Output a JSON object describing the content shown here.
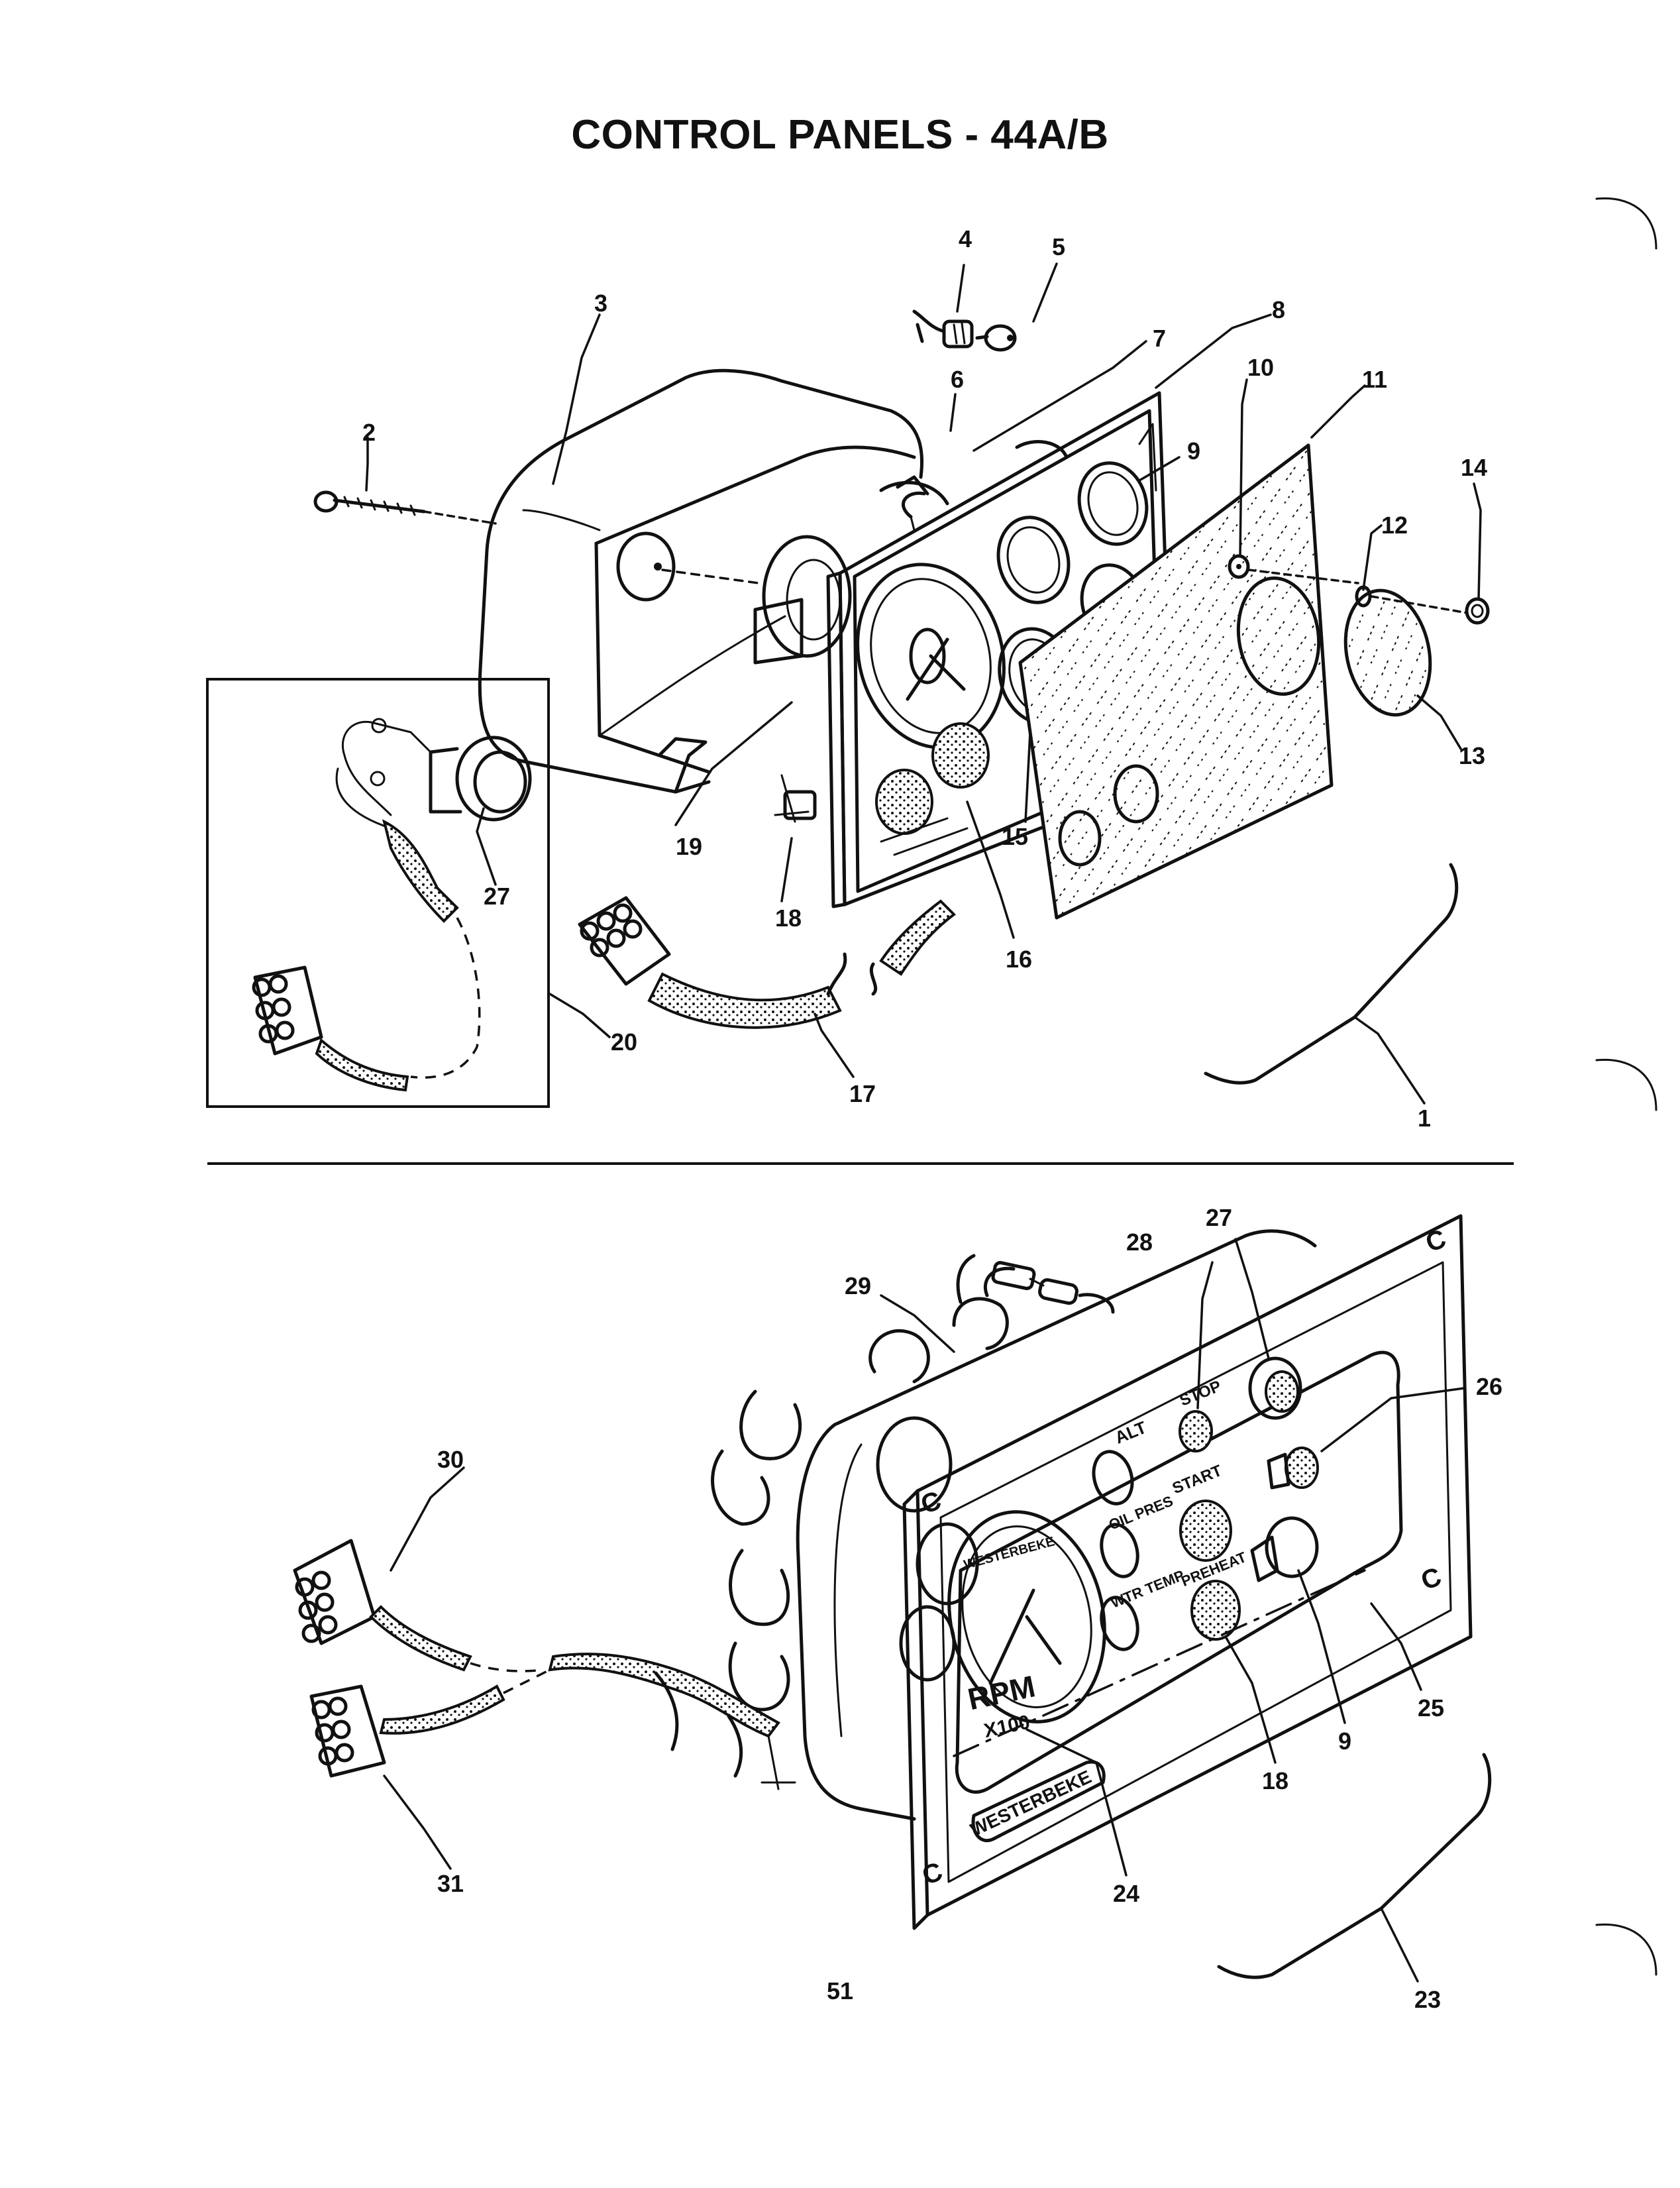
{
  "title": "CONTROL PANELS - 44A/B",
  "page_number": "51",
  "top_assembly": {
    "callouts": [
      "1",
      "2",
      "3",
      "4",
      "5",
      "6",
      "7",
      "8",
      "9",
      "10",
      "11",
      "12",
      "13",
      "14",
      "15",
      "16",
      "17",
      "18",
      "19",
      "20",
      "27"
    ]
  },
  "bottom_assembly": {
    "callouts": [
      "9",
      "18",
      "23",
      "24",
      "25",
      "26",
      "27",
      "28",
      "29",
      "30",
      "31"
    ],
    "panel_labels": {
      "alt": "ALT",
      "oil_pres": "OIL PRES",
      "water_temp": "WTR TEMP",
      "stop": "STOP",
      "start": "START",
      "preheat": "PREHEAT",
      "rpm": "RPM",
      "rpm_scale": "X100",
      "brand": "WESTERBEKE"
    }
  }
}
